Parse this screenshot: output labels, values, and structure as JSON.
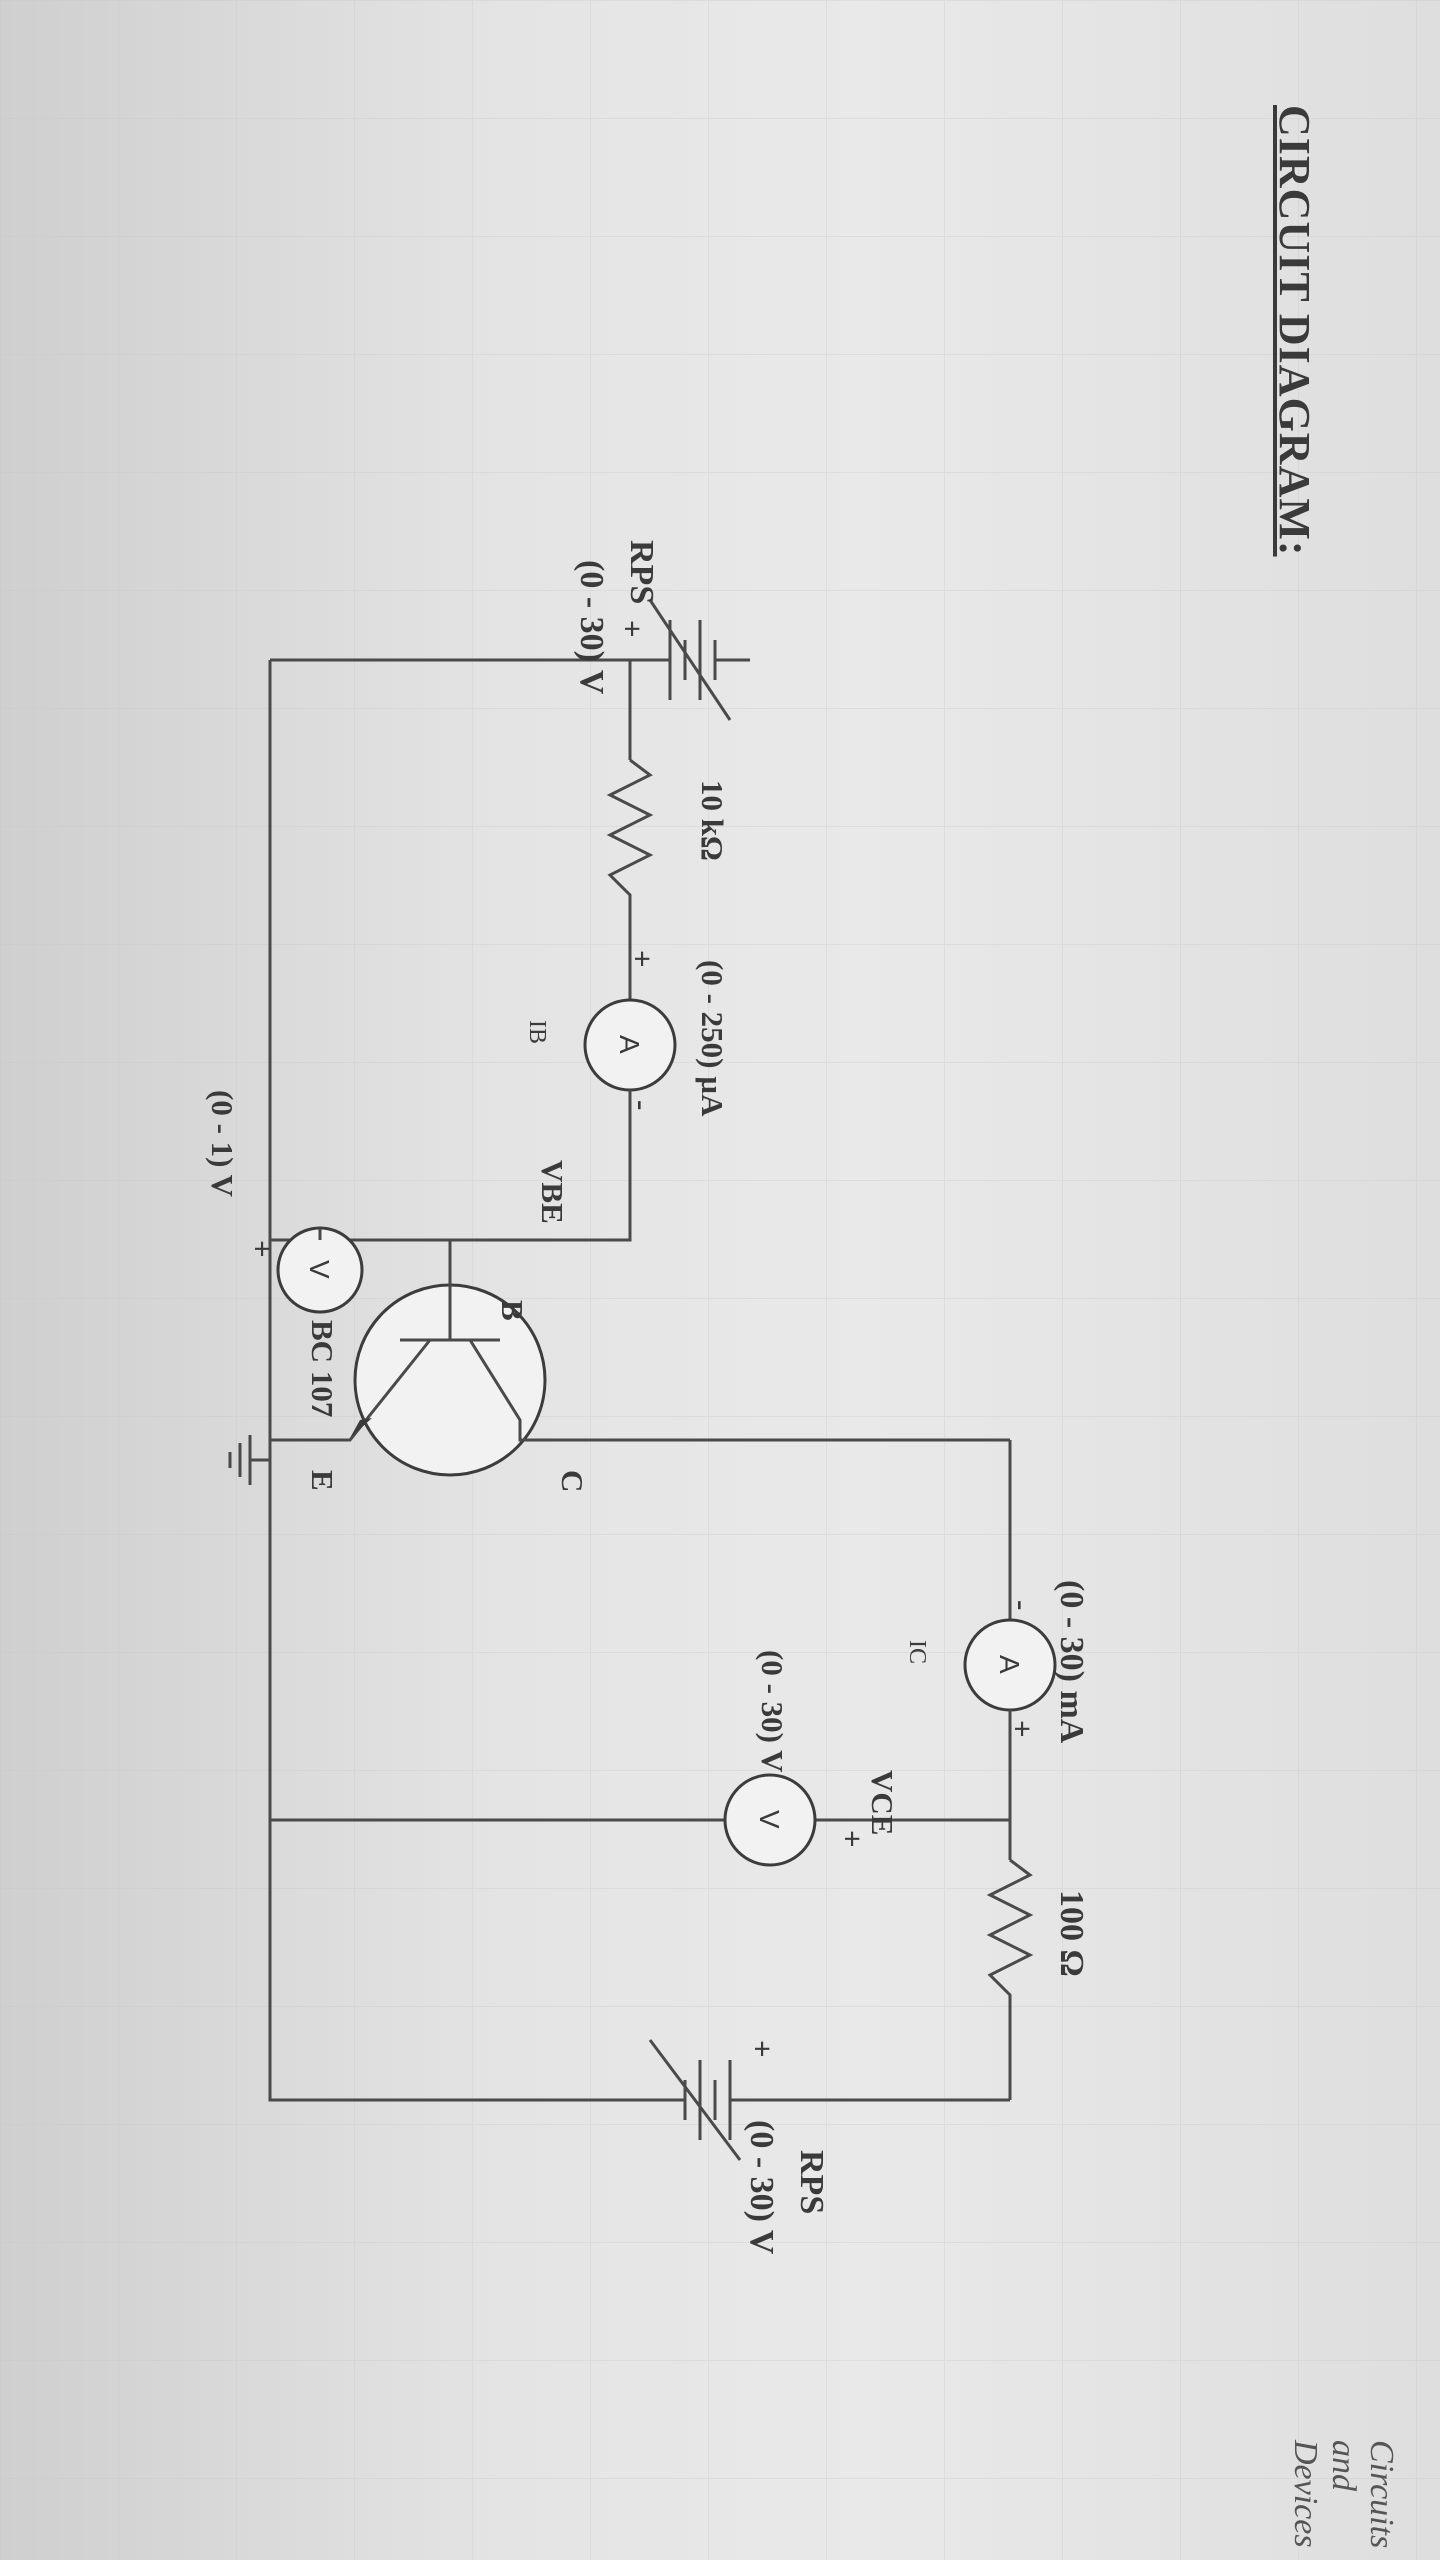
{
  "title": "CIRCUIT DIAGRAM:",
  "left_supply": {
    "name": "RPS",
    "range": "(0 - 30) V"
  },
  "right_supply": {
    "name": "RPS",
    "range": "(0 - 30) V"
  },
  "base_resistor": "10 kΩ",
  "collector_resistor": "100 Ω",
  "base_ammeter": {
    "range": "(0 - 250) µA",
    "symbol": "A",
    "current": "IB"
  },
  "collector_ammeter": {
    "range": "(0 - 30) mA",
    "symbol": "A",
    "current": "IC"
  },
  "vbe_voltmeter": {
    "range": "(0 - 1) V",
    "symbol": "V",
    "label": "VBE"
  },
  "vce_voltmeter": {
    "range": "(0 - 30) V",
    "symbol": "V",
    "label": "VCE"
  },
  "transistor": {
    "part": "BC 107",
    "base": "B",
    "collector": "C",
    "emitter": "E"
  },
  "polarity": {
    "plus": "+",
    "minus": "-"
  },
  "footer_partial": "Circuits and Devices"
}
